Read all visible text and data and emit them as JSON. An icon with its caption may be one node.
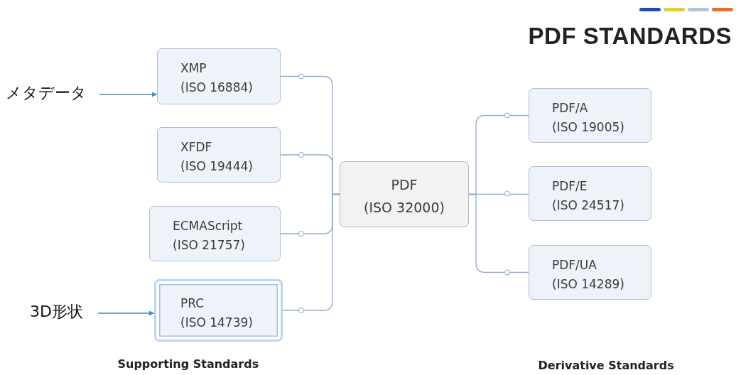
{
  "diagram": {
    "title": "PDF STANDARDS",
    "nodes": [
      {
        "text": [
          "XMP",
          "(ISO 16884)"
        ]
      },
      {
        "text": [
          "XFDF",
          "(ISO 19444)"
        ]
      },
      {
        "text": [
          "ECMAScript",
          "(ISO 21757)"
        ]
      },
      {
        "text": [
          "PRC",
          "(ISO 14739)"
        ]
      },
      {
        "text": [
          "PDF",
          "(ISO 32000)"
        ]
      },
      {
        "text": [
          "PDF/A",
          "(ISO 19005)"
        ]
      },
      {
        "text": [
          "PDF/E",
          "(ISO 24517)"
        ]
      },
      {
        "text": [
          "PDF/UA",
          "(ISO 14289)"
        ]
      },
      {
        "text": [
          "メタデータ"
        ]
      },
      {
        "text": [
          "3D形状"
        ]
      }
    ],
    "edges": [
      {
        "from": 0,
        "to": 4,
        "arrow": "none"
      },
      {
        "from": 1,
        "to": 4,
        "arrow": "none"
      },
      {
        "from": 2,
        "to": 4,
        "arrow": "none"
      },
      {
        "from": 3,
        "to": 4,
        "arrow": "none"
      },
      {
        "from": 4,
        "to": 5,
        "arrow": "none"
      },
      {
        "from": 4,
        "to": 6,
        "arrow": "none"
      },
      {
        "from": 4,
        "to": 7,
        "arrow": "none"
      },
      {
        "from": 8,
        "to": 0,
        "arrow": "to",
        "color": "#3b8fc4"
      },
      {
        "from": 9,
        "to": 3,
        "arrow": "to",
        "color": "#3b8fc4"
      }
    ],
    "labels": [
      "Supporting Standards",
      "Derivative Standards"
    ]
  }
}
